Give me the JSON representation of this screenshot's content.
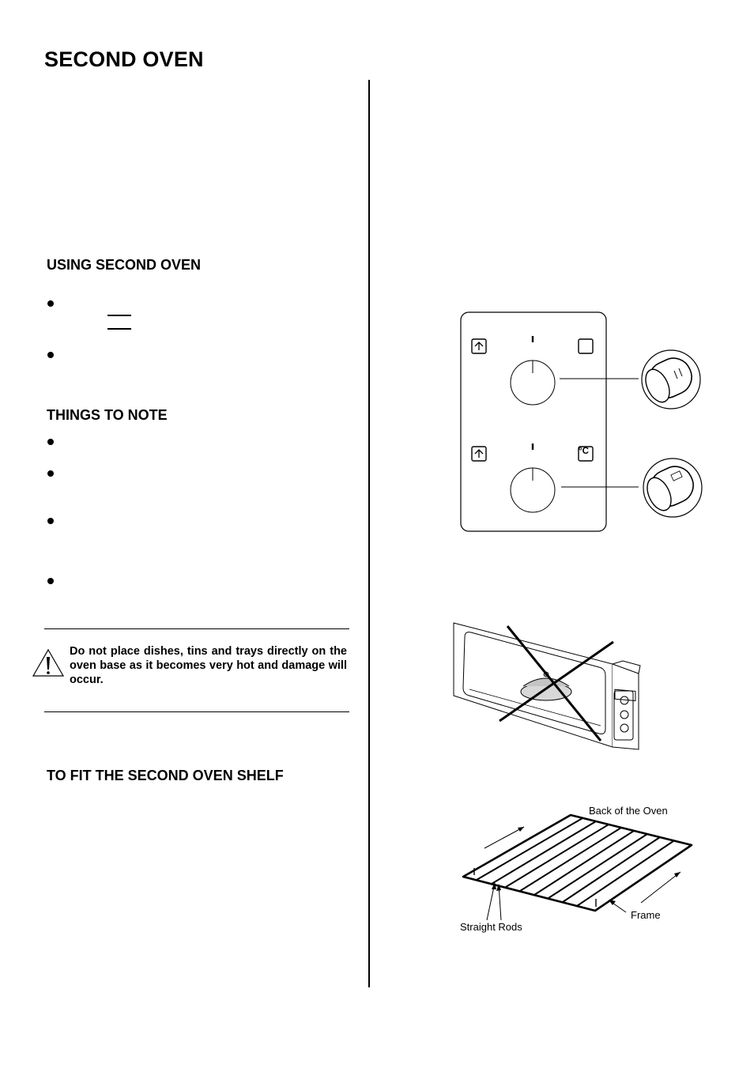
{
  "page": {
    "title": "SECOND OVEN"
  },
  "sections": {
    "using": {
      "heading": "USING SECOND OVEN"
    },
    "notes": {
      "heading": "THINGS TO NOTE"
    },
    "shelf": {
      "heading": "TO FIT THE SECOND OVEN SHELF"
    }
  },
  "warning": {
    "icon": "warning-triangle-icon",
    "text": "Do not place dishes, tins and trays directly on the oven base as it becomes very hot and damage will occur."
  },
  "shelf_diagram": {
    "labels": {
      "back": "Back of the Oven",
      "frame": "Frame",
      "rods": "Straight Rods"
    }
  },
  "control_panel": {
    "temp_unit": "°C"
  }
}
